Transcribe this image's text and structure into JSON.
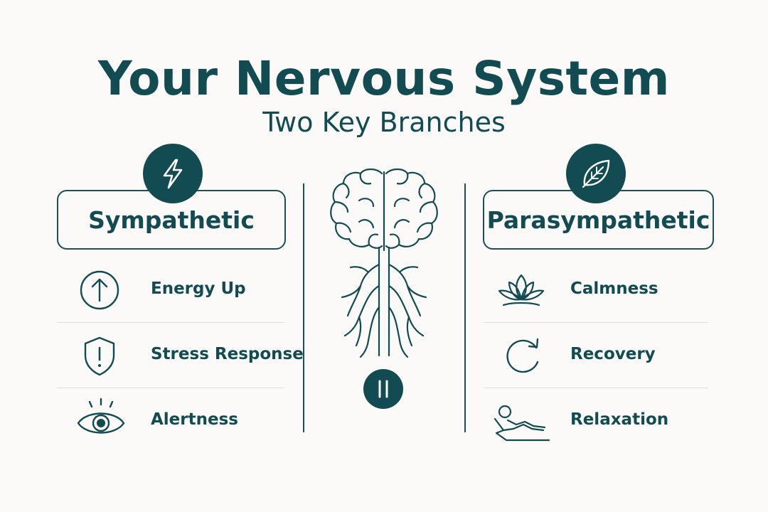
{
  "header": {
    "title": "Your Nervous System",
    "subtitle": "Two Key Branches"
  },
  "left_panel": {
    "label": "Sympathetic",
    "badge_icon": "lightning-bolt-icon",
    "items": [
      {
        "label": "Energy Up",
        "icon": "arrow-up-circle-icon"
      },
      {
        "label": "Stress Response",
        "icon": "shield-exclamation-icon"
      },
      {
        "label": "Alertness",
        "icon": "eye-icon"
      }
    ]
  },
  "right_panel": {
    "label": "Parasympathetic",
    "badge_icon": "leaf-icon",
    "items": [
      {
        "label": "Calmness",
        "icon": "lotus-icon"
      },
      {
        "label": "Recovery",
        "icon": "refresh-arrow-icon"
      },
      {
        "label": "Relaxation",
        "icon": "reclining-person-icon"
      }
    ]
  },
  "center": {
    "illustration": "brain-spinal-cord-icon",
    "badge_icon": "pause-icon"
  },
  "colors": {
    "primary": "#124b52",
    "background": "#fbfaf8",
    "divider": "#dcdcdc"
  }
}
